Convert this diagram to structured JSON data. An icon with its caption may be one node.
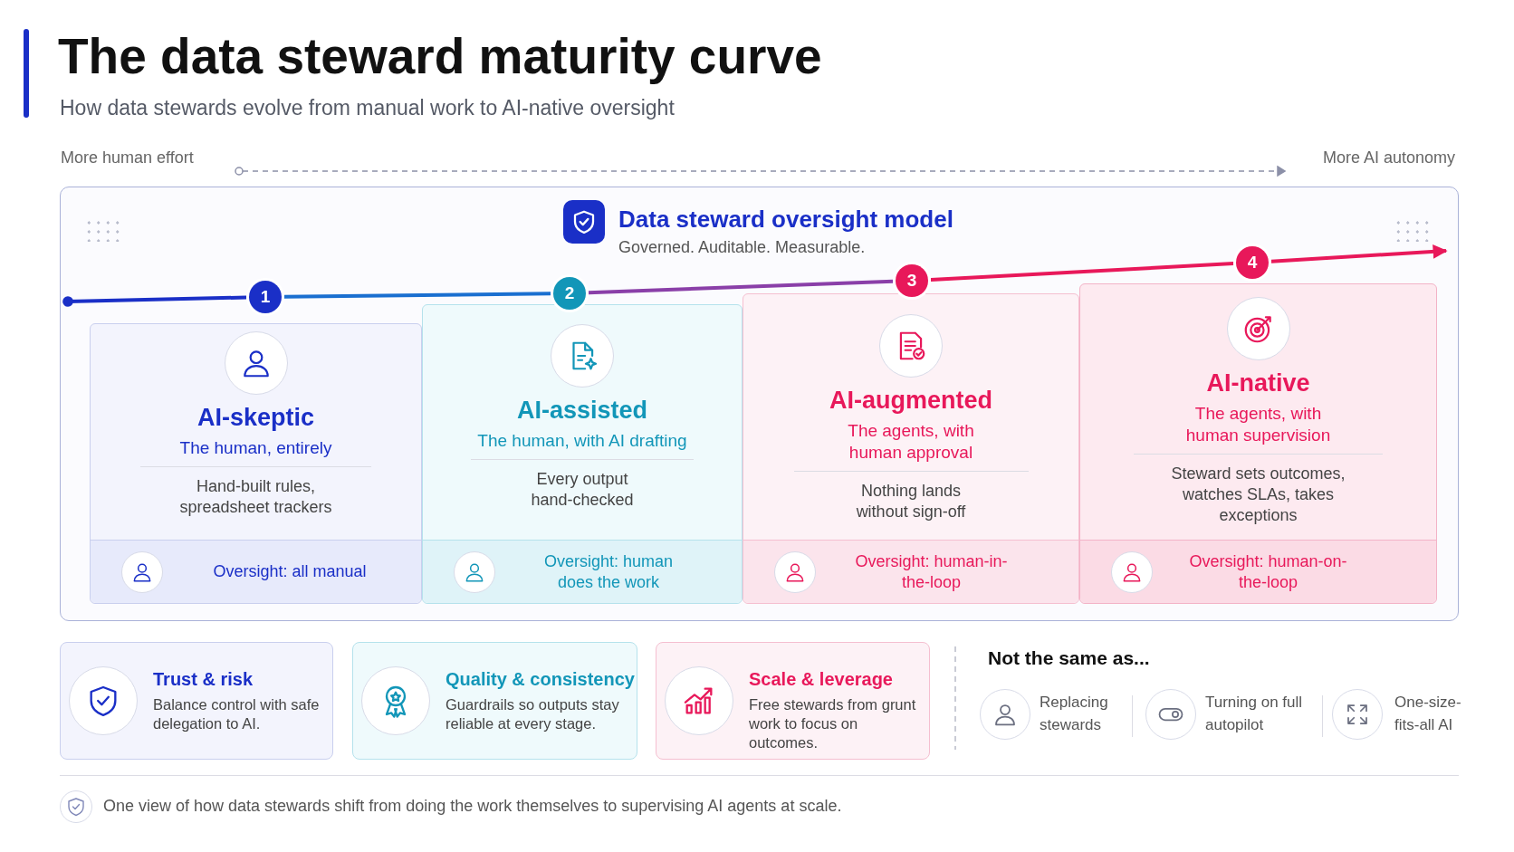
{
  "diagram": {
    "title": "The data steward maturity curve",
    "caption": "One view of how data stewards shift from doing the work themselves to supervising AI agents at scale.",
    "nodes": [
      {
        "text": [
          "Data steward oversight model",
          "Governed. Auditable. Measurable."
        ]
      },
      {
        "text": [
          "1"
        ],
        "in": 0
      },
      {
        "text": [
          "AI-skeptic",
          "The human, entirely",
          "Hand-built rules, spreadsheet trackers",
          "Oversight: all manual"
        ],
        "in": 0
      },
      {
        "text": [
          "2"
        ],
        "in": 0
      },
      {
        "text": [
          "AI-assisted",
          "The human, with AI drafting",
          "Every output hand-checked",
          "Oversight: human does the work"
        ],
        "in": 0
      },
      {
        "text": [
          "3"
        ],
        "in": 0
      },
      {
        "text": [
          "AI-augmented",
          "The agents, with human approval",
          "Nothing lands without sign-off",
          "Oversight: human-in-the-loop"
        ],
        "in": 0
      },
      {
        "text": [
          "4"
        ],
        "in": 0
      },
      {
        "text": [
          "AI-native",
          "The agents, with human supervision",
          "Steward sets outcomes, watches SLAs, takes exceptions",
          "Oversight: human-on-the-loop"
        ],
        "in": 0
      },
      {
        "text": [
          "Trust & risk",
          "Balance control with safe delegation to AI."
        ]
      },
      {
        "text": [
          "Quality & consistency",
          "Guardrails so outputs stay reliable at every stage."
        ]
      },
      {
        "text": [
          "Scale & leverage",
          "Free stewards from grunt work to focus on outcomes."
        ]
      }
    ],
    "edges": [
      {
        "from": null,
        "to": 1,
        "arrow": "other",
        "color": "#1a2fc7"
      },
      {
        "from": 1,
        "to": 3,
        "arrow": "none",
        "color": "#1a6fd0"
      },
      {
        "from": 3,
        "to": 5,
        "arrow": "none",
        "color": "#8a3fa8"
      },
      {
        "from": 5,
        "to": 7,
        "arrow": "none",
        "color": "#e8185a"
      },
      {
        "from": 7,
        "to": null,
        "arrow": "to",
        "color": "#e8185a"
      }
    ],
    "labels": [
      "How data stewards evolve from manual work to AI-native oversight",
      "More human effort",
      "More AI autonomy",
      "Not the same as...",
      "Replacing stewards",
      "Turning on full autopilot",
      "One-size-fits-all AI"
    ]
  }
}
